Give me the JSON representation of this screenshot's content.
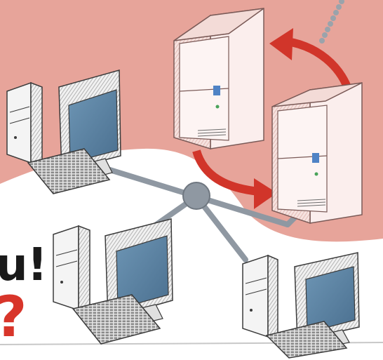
{
  "headline": {
    "line1": "u!",
    "line2": "?"
  },
  "colors": {
    "background_top": "#e7a49a",
    "background_bottom": "#ffffff",
    "sync_arrows": "#d1352a",
    "network_cable": "#8f98a2",
    "headline_text": "#1a1a1a",
    "headline_accent": "#d8352a",
    "server_body": "#f8e9e7",
    "monitor_screen": "#5d86a6"
  },
  "scene": {
    "hub": "network-hub",
    "servers": [
      "server-top",
      "server-bottom"
    ],
    "workstations": [
      "workstation-left",
      "workstation-center",
      "workstation-right"
    ],
    "icons": [
      "sync-arrows-icon",
      "server-icon",
      "desktop-computer-icon",
      "network-hub-icon"
    ]
  }
}
